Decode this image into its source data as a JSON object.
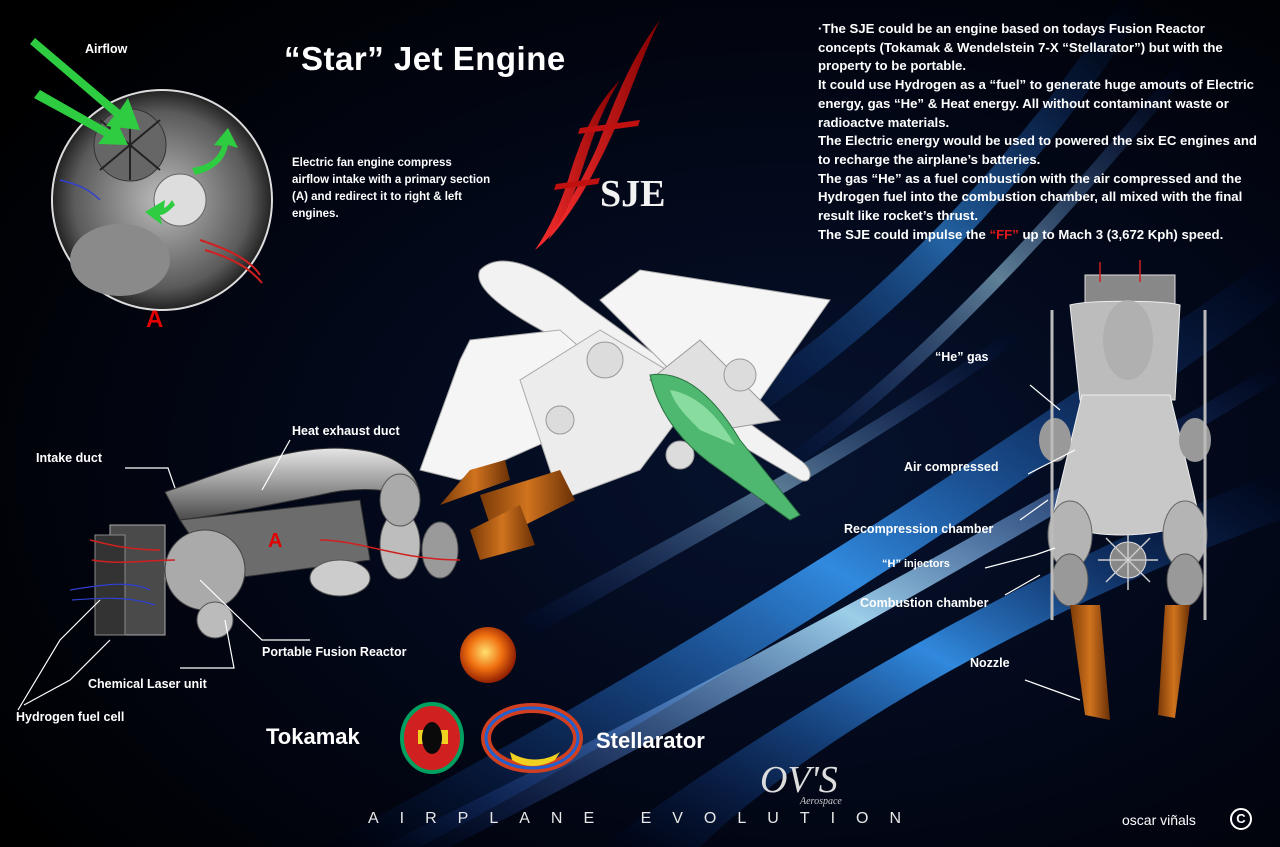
{
  "title": "“Star” Jet Engine",
  "logo_text": "SJE",
  "description": {
    "lines": [
      "·The SJE could be an engine based on todays Fusion Reactor concepts  (Tokamak & Wendelstein 7-X “Stellarator”) but with the property to be portable.",
      "It could use Hydrogen as a “fuel” to generate huge amouts of Electric energy, gas “He” & Heat energy. All without contaminant waste or radioactve materials.",
      "The Electric energy   would    be used to powered the six EC engines and to recharge the airplane’s batteries.",
      "The gas “He” as a fuel combustion with the air compressed and the Hydrogen fuel into the combustion chamber, all mixed with the final result like rocket’s thrust."
    ],
    "last_line_before": "The SJE could impulse the ",
    "last_line_highlight": "“FF”",
    "last_line_after": " up to Mach 3 (3,672 Kph) speed."
  },
  "fan_detail": {
    "airflow_label": "Airflow",
    "description": "Electric fan engine compress airflow intake with a primary section (A)  and redirect it to right & left engines.",
    "section_marker": "A"
  },
  "engine_labels": {
    "heat_exhaust_duct": "Heat exhaust duct",
    "intake_duct": "Intake duct",
    "section_marker": "A",
    "portable_fusion_reactor": "Portable Fusion Reactor",
    "chemical_laser_unit": "Chemical Laser unit",
    "hydrogen_fuel_cell": "Hydrogen fuel cell"
  },
  "reactor_types": {
    "tokamak": "Tokamak",
    "stellarator": "Stellarator"
  },
  "cross_section_labels": {
    "he_gas": "“He” gas",
    "air_compressed": "Air compressed",
    "recompression_chamber": "Recompression chamber",
    "h_injectors": "“H” injectors",
    "combustion_chamber": "Combustion chamber",
    "nozzle": "Nozzle"
  },
  "footer": {
    "series": "AIRPLANE EVOLUTION",
    "author": "oscar viñals",
    "copyright_symbol": "C",
    "brand_mark": "OV'S",
    "brand_sub": "Aerospace"
  },
  "colors": {
    "background": "#02040a",
    "accent_blue": "#2a7bff",
    "red": "#e01818",
    "green_arrow": "#2ecc40"
  }
}
